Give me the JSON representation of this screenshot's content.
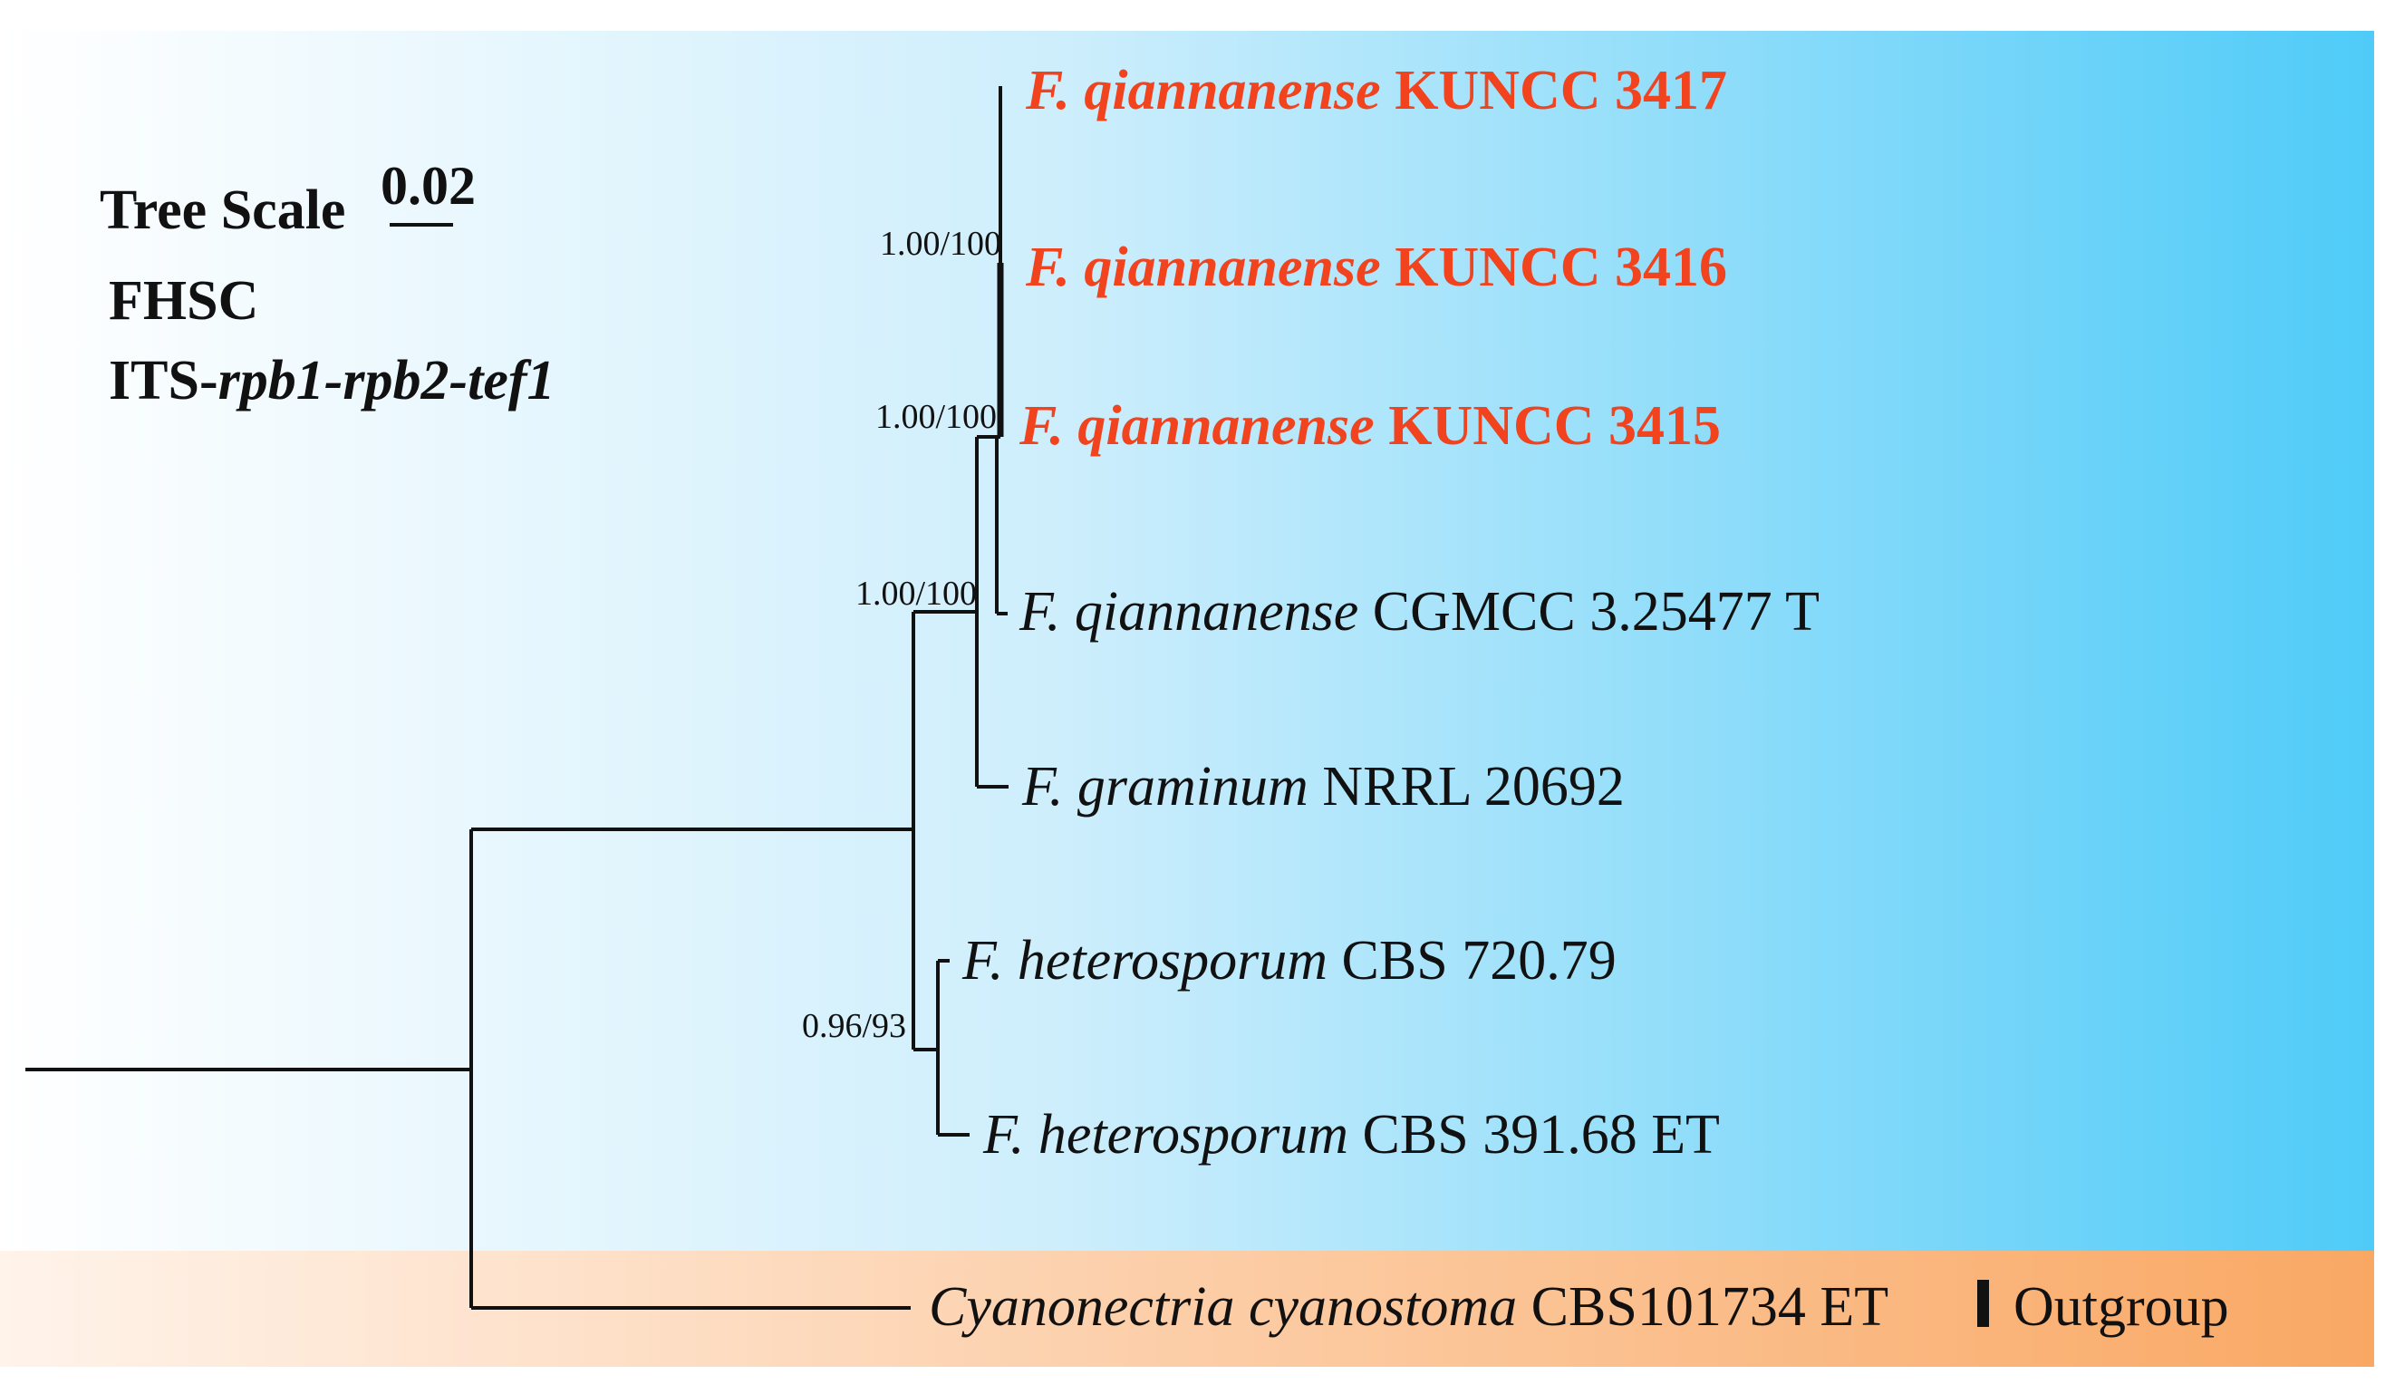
{
  "colors": {
    "ingroup_band_start": "#ffffff",
    "ingroup_band_end": "#4fcbf8",
    "outgroup_band_start": "#fff3ea",
    "outgroup_band_end": "#f9a864",
    "highlight_text": "#f0431e",
    "line": "#111111"
  },
  "header": {
    "tree_scale_label": "Tree Scale",
    "tree_scale_value": "0.02",
    "complex": "FHSC",
    "loci_prefix": "ITS-",
    "loci_genes": "rpb1-rpb2-tef1"
  },
  "taxa": [
    {
      "species": "F. qiannanense",
      "strain": "KUNCC 3417",
      "highlight": true
    },
    {
      "species": "F. qiannanense",
      "strain": "KUNCC 3416",
      "highlight": true
    },
    {
      "species": "F. qiannanense",
      "strain": "KUNCC 3415",
      "highlight": true
    },
    {
      "species": "F. qiannanense",
      "strain": "CGMCC 3.25477 T",
      "highlight": false
    },
    {
      "species": "F. graminum",
      "strain": "NRRL 20692",
      "highlight": false
    },
    {
      "species": "F. heterosporum",
      "strain": "CBS 720.79",
      "highlight": false
    },
    {
      "species": "F. heterosporum",
      "strain": "CBS 391.68 ET",
      "highlight": false
    },
    {
      "species": "Cyanonectria cyanostoma",
      "strain": "CBS101734 ET",
      "highlight": false
    }
  ],
  "support_values": [
    "1.00/100",
    "1.00/100",
    "1.00/100",
    "0.96/93"
  ],
  "outgroup_label": "Outgroup"
}
